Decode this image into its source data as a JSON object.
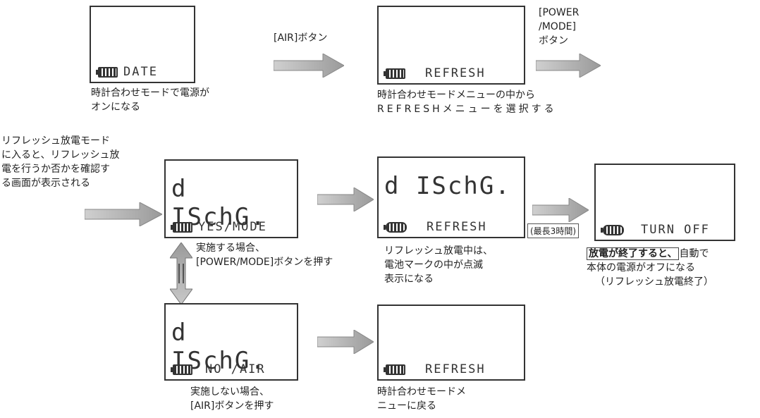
{
  "screens": {
    "date": {
      "bottom": "DATE"
    },
    "refresh_menu": {
      "bottom": "REFRESH"
    },
    "yes_mode": {
      "big": "d ISchG.",
      "bottom": "YES/MODE"
    },
    "refresh_active": {
      "big": "d ISchG.",
      "bottom": "REFRESH"
    },
    "turn_off": {
      "bottom": "TURN OFF"
    },
    "no_air": {
      "big": "d ISchG.",
      "bottom": "NO /AIR"
    },
    "refresh_return": {
      "bottom": "REFRESH"
    }
  },
  "labels": {
    "air_button": "[AIR]ボタン",
    "power_mode_line1": "[POWER",
    "power_mode_line2": "/MODE]",
    "power_mode_line3": "ボタン",
    "max_time": "(最長3時間)"
  },
  "captions": {
    "date": [
      "時計合わせモードで電源が",
      "オンになる"
    ],
    "refresh_menu": [
      "時計合わせモードメニューの中から",
      "REFRESHメニューを選択する"
    ],
    "intro": [
      "リフレッシュ放電モード",
      "に入ると、リフレッシュ放",
      "電を行うか否かを確認す",
      "る画面が表示される"
    ],
    "yes": [
      "実施する場合、",
      "[POWER/MODE]ボタンを押す"
    ],
    "active": [
      "リフレッシュ放電中は、",
      "電池マークの中が点滅",
      "表示になる"
    ],
    "turn_off_bold": "放電が終了すると、",
    "turn_off_rest": "自動で",
    "turn_off_lines": [
      "本体の電源がオフになる",
      "（リフレッシュ放電終了）"
    ],
    "no": [
      "実施しない場合、",
      "[AIR]ボタンを押す"
    ],
    "return": [
      "時計合わせモードメ",
      "ニューに戻る"
    ]
  }
}
